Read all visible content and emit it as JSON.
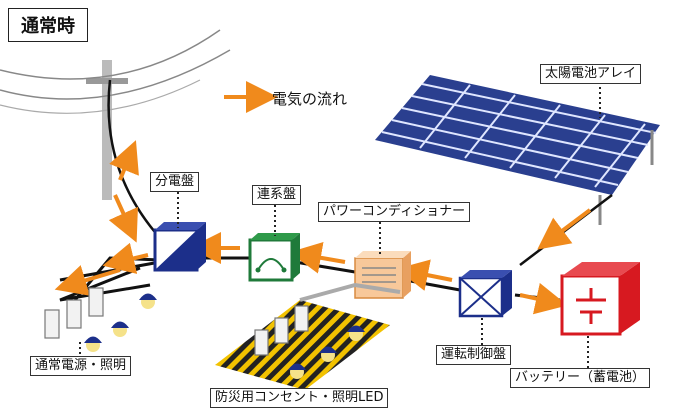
{
  "title": "通常時",
  "legend": {
    "flow_label": "電気の流れ"
  },
  "labels": {
    "solar_array": "太陽電池アレイ",
    "distribution_board": "分電盤",
    "interconnection_board": "連系盤",
    "power_conditioner": "パワーコンディショナー",
    "normal_power_lighting": "通常電源・照明",
    "disaster_outlet_led": "防災用コンセント・照明LED",
    "operation_control_board": "運転制御盤",
    "battery": "バッテリー（蓄電池）"
  },
  "colors": {
    "flow": "#f08a1c",
    "solar": "#2a3f8f",
    "distribution": "#1c2f8a",
    "interconnection": "#1f7a3a",
    "battery": "#d71920",
    "conditioner": "#f8c89a"
  }
}
